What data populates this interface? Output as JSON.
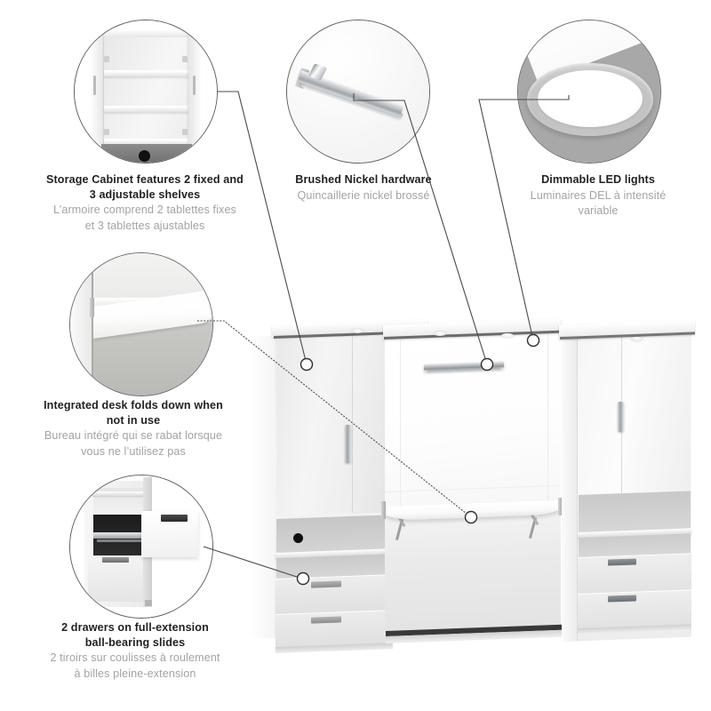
{
  "product": {
    "name": "queen-murphy-bed-with-storage-cabinets-and-desk",
    "finish_color": "#f4f4f4",
    "accent_hardware_color": "#a7abaf",
    "parts": {
      "left_cabinet": "left-storage-cabinet",
      "center": "queen-murphy-bed-with-fold-down-desk",
      "right_cabinet": "right-storage-cabinet-with-drawers"
    }
  },
  "callouts": [
    {
      "id": "storage-cabinet-shelves",
      "icon": "open-cabinet-with-shelves-image",
      "title_en": "Storage Cabinet features 2 fixed and 3 adjustable shelves",
      "title_fr": "L’armoire comprend 2 tablettes fixes et 3 tablettes ajustables"
    },
    {
      "id": "brushed-nickel-hardware",
      "icon": "brushed-nickel-bar-handle-image",
      "title_en": "Brushed Nickel hardware",
      "title_fr": "Quincaillerie nickel brossé"
    },
    {
      "id": "dimmable-led-lights",
      "icon": "round-led-puck-light-image",
      "title_en": "Dimmable LED lights",
      "title_fr": "Luminaires DEL à intensité variable"
    },
    {
      "id": "integrated-fold-down-desk",
      "icon": "fold-down-desk-surface-image",
      "title_en": "Integrated desk folds down when not in use",
      "title_fr": "Bureau intégré qui se rabat lorsque vous ne l’utilisez pas"
    },
    {
      "id": "full-extension-drawers",
      "icon": "open-drawer-with-ball-bearing-slide-image",
      "title_en": "2 drawers on full-extension ball-bearing slides",
      "title_fr": "2 tiroirs sur coulisses à roulement à billes pleine-extension"
    }
  ],
  "captions": {
    "c1": {
      "en_line1": "Storage Cabinet features 2 fixed and",
      "en_line2": "3 adjustable shelves",
      "fr_line1": "L’armoire comprend 2 tablettes fixes",
      "fr_line2": "et 3 tablettes ajustables"
    },
    "c2": {
      "en_line1": "Brushed Nickel hardware",
      "fr_line1": "Quincaillerie nickel brossé"
    },
    "c3": {
      "en_line1": "Dimmable LED lights",
      "fr_line1": "Luminaires DEL à intensité",
      "fr_line2": "variable"
    },
    "c4": {
      "en_line1": "Integrated desk folds down when",
      "en_line2": "not in use",
      "fr_line1": "Bureau intégré qui se rabat lorsque",
      "fr_line2": "vous ne l’utilisez pas"
    },
    "c5": {
      "en_line1": "2 drawers on full-extension",
      "en_line2": "ball-bearing slides",
      "fr_line1": "2 tiroirs sur coulisses à roulement",
      "fr_line2": "à billes pleine-extension"
    }
  },
  "style": {
    "text_primary": "#231f20",
    "text_secondary": "#a3a3a3",
    "leader_line": "#4a4a4a",
    "circle_border": "#5d5d5d",
    "background": "#ffffff"
  }
}
